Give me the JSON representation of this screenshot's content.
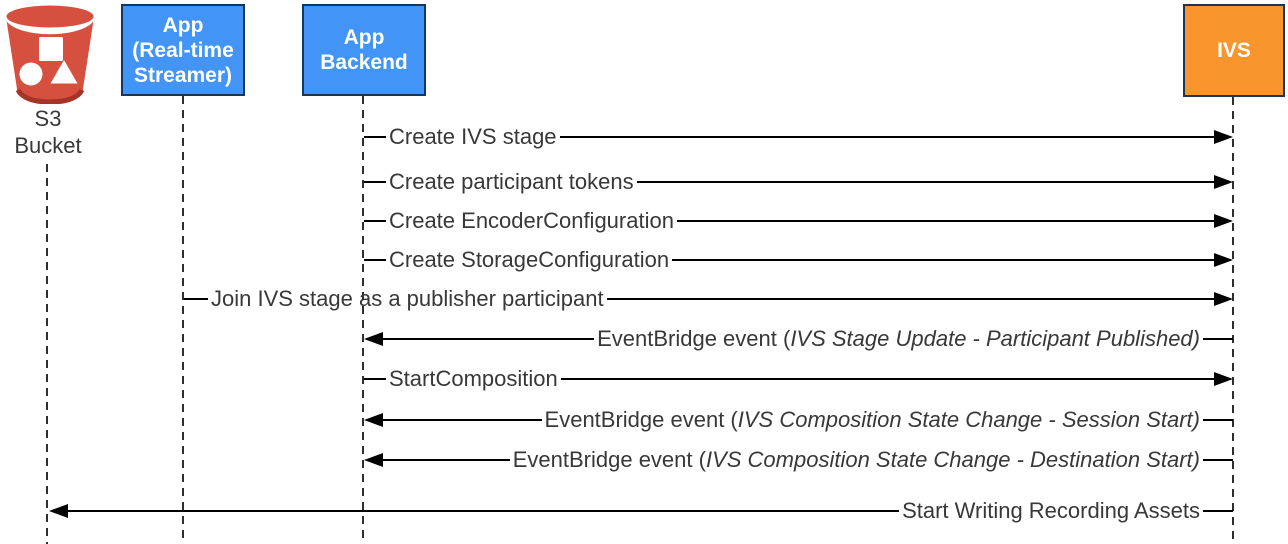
{
  "colors": {
    "participant_blue": "#4294F7",
    "participant_border": "#16365F",
    "ivs_orange": "#F8962D",
    "s3_red": "#D6503F",
    "s3_red_dark": "#A63327",
    "line_black": "#000000",
    "text_dark": "#383838"
  },
  "participants": {
    "s3_bucket": {
      "label": "S3\nBucket",
      "icon": "s3-bucket-icon"
    },
    "app_streamer": {
      "label": "App\n(Real-time\nStreamer)"
    },
    "app_backend": {
      "label": "App\nBackend"
    },
    "ivs": {
      "label": "IVS"
    }
  },
  "messages": [
    {
      "text": "Create IVS stage",
      "from": "App Backend",
      "to": "IVS",
      "direction": "right"
    },
    {
      "text": "Create participant tokens",
      "from": "App Backend",
      "to": "IVS",
      "direction": "right"
    },
    {
      "text": "Create EncoderConfiguration",
      "from": "App Backend",
      "to": "IVS",
      "direction": "right"
    },
    {
      "text": "Create StorageConfiguration",
      "from": "App Backend",
      "to": "IVS",
      "direction": "right"
    },
    {
      "text": "Join IVS stage as a publisher participant",
      "from": "App (Real-time Streamer)",
      "to": "IVS",
      "direction": "right"
    },
    {
      "prefix": "EventBridge event (",
      "italic": "IVS Stage Update - Participant Published",
      "suffix": ")",
      "from": "IVS",
      "to": "App Backend",
      "direction": "left"
    },
    {
      "text": "StartComposition",
      "from": "App Backend",
      "to": "IVS",
      "direction": "right"
    },
    {
      "prefix": "EventBridge event (",
      "italic": "IVS Composition State Change  - Session Start",
      "suffix": ")",
      "from": "IVS",
      "to": "App Backend",
      "direction": "left"
    },
    {
      "prefix": "EventBridge event (",
      "italic": "IVS Composition State Change  - Destination Start",
      "suffix": ")",
      "from": "IVS",
      "to": "App Backend",
      "direction": "left"
    },
    {
      "text": "Start Writing Recording Assets",
      "from": "IVS",
      "to": "S3 Bucket",
      "direction": "left"
    }
  ]
}
